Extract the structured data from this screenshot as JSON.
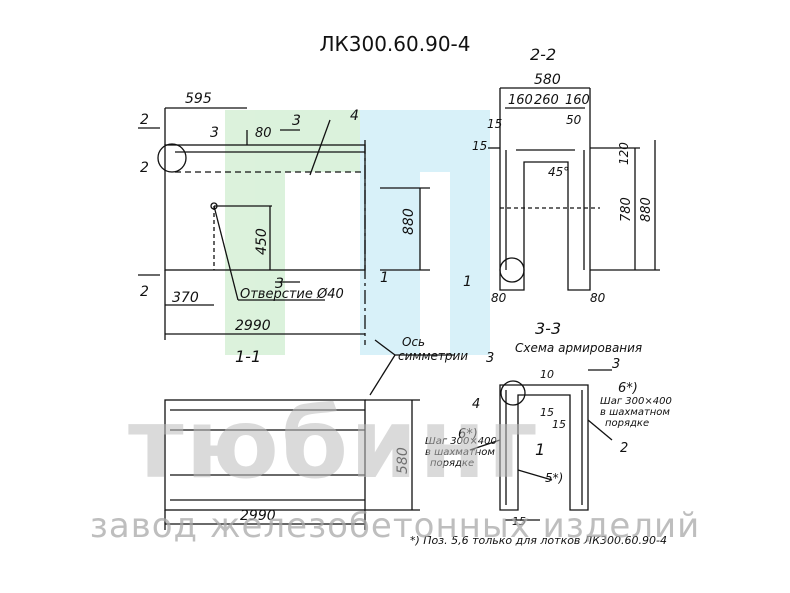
{
  "title": "ЛК300.60.90-4",
  "watermark": {
    "brand": "тюбинг",
    "subtitle": "завод железобетонных изделий"
  },
  "view_1": {
    "dim_top": "595",
    "dim_80": "80",
    "dim_height": "880",
    "dim_450": "450",
    "dim_370": "370",
    "dim_length": "2990",
    "hole_label": "Отверстие Ø40",
    "axis_label_1": "Ось",
    "axis_label_2": "симметрии",
    "mark_2": "2",
    "mark_3": "3",
    "mark_4": "4",
    "mark_1": "1"
  },
  "view_2_2": {
    "section_label": "2-2",
    "dim_width": "580",
    "dim_160a": "160",
    "dim_260": "260",
    "dim_160b": "160",
    "dim_15a": "15",
    "dim_15b": "15",
    "dim_50": "50",
    "dim_120": "120",
    "dim_780": "780",
    "dim_880": "880",
    "angle": "45°",
    "dim_80a": "80",
    "dim_80b": "80",
    "mark_1": "1"
  },
  "view_1_1": {
    "section_label": "1-1",
    "dim_580": "580",
    "dim_length": "2990"
  },
  "view_3_3": {
    "section_label": "3-3",
    "scheme_label": "Схема армирования",
    "mark_3a": "3",
    "mark_3b": "3",
    "mark_4": "4",
    "mark_6a": "6*)",
    "mark_6b": "6*)",
    "mark_2": "2",
    "mark_1": "1",
    "mark_5": "5*)",
    "dim_10": "10",
    "dim_15a": "15",
    "dim_15b": "15",
    "dim_15c": "15",
    "step_left_1": "Шаг 300×400",
    "step_left_2": "в шахматном",
    "step_left_3": "порядке",
    "step_right_1": "Шаг 300×400",
    "step_right_2": "в шахматном",
    "step_right_3": "порядке"
  },
  "footnote": "*) Поз. 5,6 только для лотков ЛК300.60.90-4"
}
